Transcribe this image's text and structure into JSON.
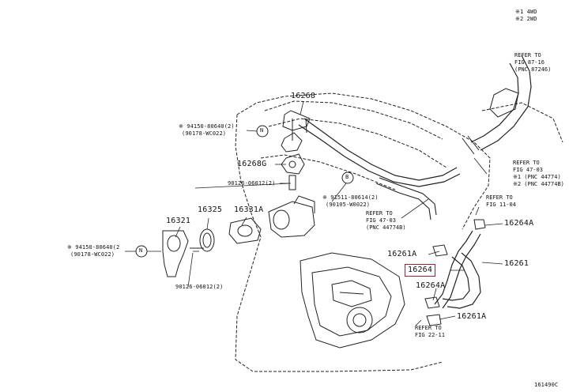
{
  "legend": {
    "line1": "※1 4WD",
    "line2": "※2 2WD"
  },
  "part_labels": {
    "p16268": "16268",
    "p16268G": "16268G",
    "p16321": "16321",
    "p16325": "16325",
    "p16331A": "16331A",
    "p16261A_a": "16261A",
    "p16264": "16264",
    "p16264A_a": "16264A",
    "p16264A_b": "16264A",
    "p16261A_b": "16261A",
    "p16261": "16261"
  },
  "callouts": {
    "n_top_1": "※ 94150-80640(2)",
    "n_top_2": "(90178-WC022)",
    "n_left_1": "※ 94150-80640(2",
    "n_left_2": "(90178-WC022)",
    "bolt_upper": "90126-06012(2)",
    "bolt_lower": "90126-06012(2)",
    "b_1": "※ 91511-80614(2)",
    "b_2": "(90105-W0022)",
    "circle_n1": "N",
    "circle_n2": "N",
    "circle_b": "B"
  },
  "refers": {
    "r1_1": "REFER TO",
    "r1_2": "FIG 87-16",
    "r1_3": "(PNC 87246)",
    "r2_1": "REFER TO",
    "r2_2": "FIG 47-03",
    "r2_3": "※1 (PNC 44774)",
    "r2_4": "※2 (PNC 44774B)",
    "r3_1": "REFER TO",
    "r3_2": "FIG 11-04",
    "r4_1": "REFER TO",
    "r4_2": "FIG 47-03",
    "r4_3": "(PNC 44774B)",
    "r5_1": "REFER TO",
    "r5_2": "FIG 22-11"
  },
  "figure_id": "161490C",
  "highlight_color": "#a0203a"
}
